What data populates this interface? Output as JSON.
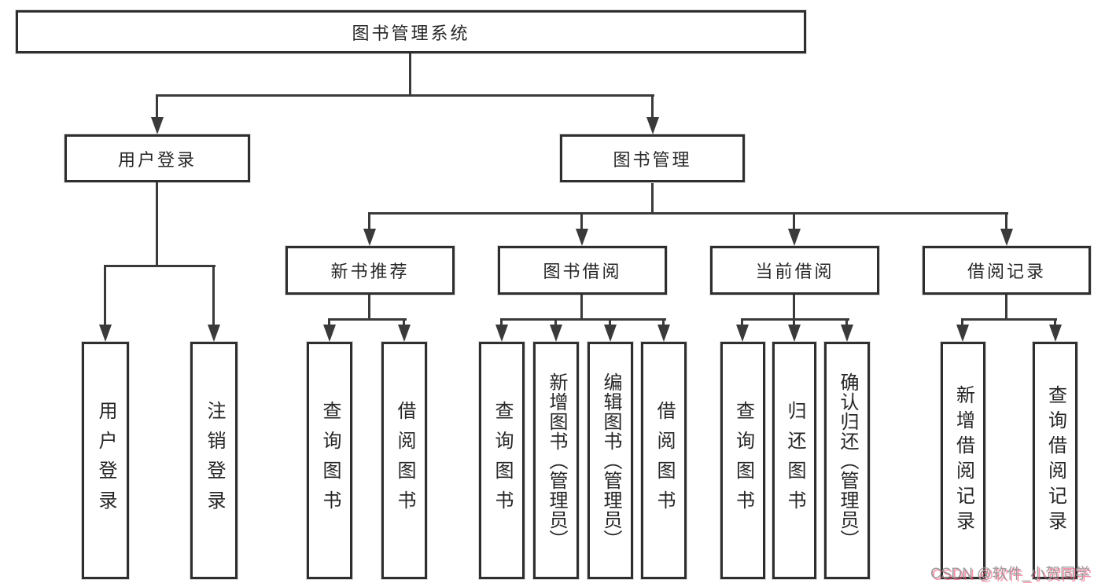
{
  "diagram": {
    "root": {
      "label": "图书管理系统"
    },
    "level2": [
      {
        "label": "用户登录"
      },
      {
        "label": "图书管理"
      }
    ],
    "level3": [
      {
        "label": "新书推荐"
      },
      {
        "label": "图书借阅"
      },
      {
        "label": "当前借阅"
      },
      {
        "label": "借阅记录"
      }
    ],
    "leaves": {
      "user_login": [
        {
          "label": "用户登录"
        },
        {
          "label": "注销登录"
        }
      ],
      "new_books": [
        {
          "label": "查询图书"
        },
        {
          "label": "借阅图书"
        }
      ],
      "book_borrow": [
        {
          "label": "查询图书"
        },
        {
          "label": "新增图书（管理员）"
        },
        {
          "label": "编辑图书（管理员）"
        },
        {
          "label": "借阅图书"
        }
      ],
      "current_borrow": [
        {
          "label": "查询图书"
        },
        {
          "label": "归还图书"
        },
        {
          "label": "确认归还（管理员）"
        }
      ],
      "borrow_records": [
        {
          "label": "新增借阅记录"
        },
        {
          "label": "查询借阅记录"
        }
      ]
    },
    "watermark": "CSDN @软件_小贺同学",
    "colors": {
      "line": "#3a3a3a",
      "border": "#2e2e2e",
      "text": "#262626",
      "background": "#ffffff",
      "watermark_gray": "#9c9c9c",
      "watermark_red": "#fc557c"
    }
  }
}
